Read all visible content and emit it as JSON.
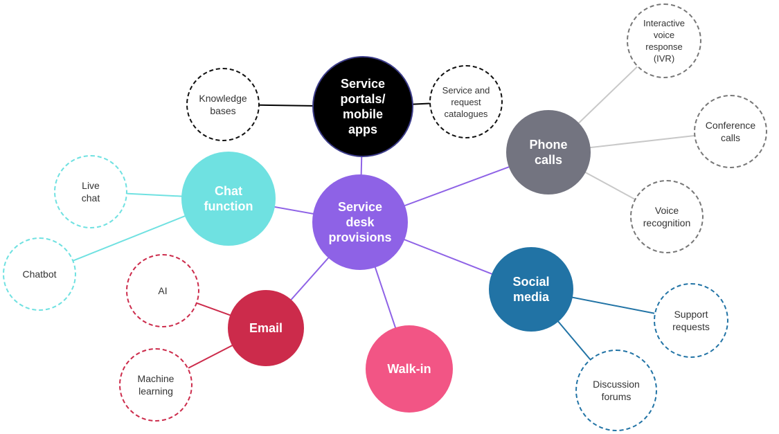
{
  "colors": {
    "center": "#8e62e6",
    "portals": "#000000",
    "portals_edge": "#3d3d8a",
    "phone": "#737480",
    "chat": "#6fe1e1",
    "email": "#cc2b4b",
    "walkin": "#f25585",
    "social": "#2173a5"
  },
  "center": {
    "label": "Service\ndesk\nprovisions"
  },
  "portals": {
    "label": "Service\nportals/\nmobile\napps",
    "leaves": [
      "Knowledge\nbases",
      "Service and\nrequest\ncatalogues"
    ]
  },
  "phone": {
    "label": "Phone\ncalls",
    "leaves": [
      "Interactive\nvoice\nresponse\n(IVR)",
      "Conference\ncalls",
      "Voice\nrecognition"
    ]
  },
  "chat": {
    "label": "Chat\nfunction",
    "leaves": [
      "Live\nchat",
      "Chatbot"
    ]
  },
  "email": {
    "label": "Email",
    "leaves": [
      "AI",
      "Machine\nlearning"
    ]
  },
  "walkin": {
    "label": "Walk-in"
  },
  "social": {
    "label": "Social\nmedia",
    "leaves": [
      "Support\nrequests",
      "Discussion\nforums"
    ]
  }
}
